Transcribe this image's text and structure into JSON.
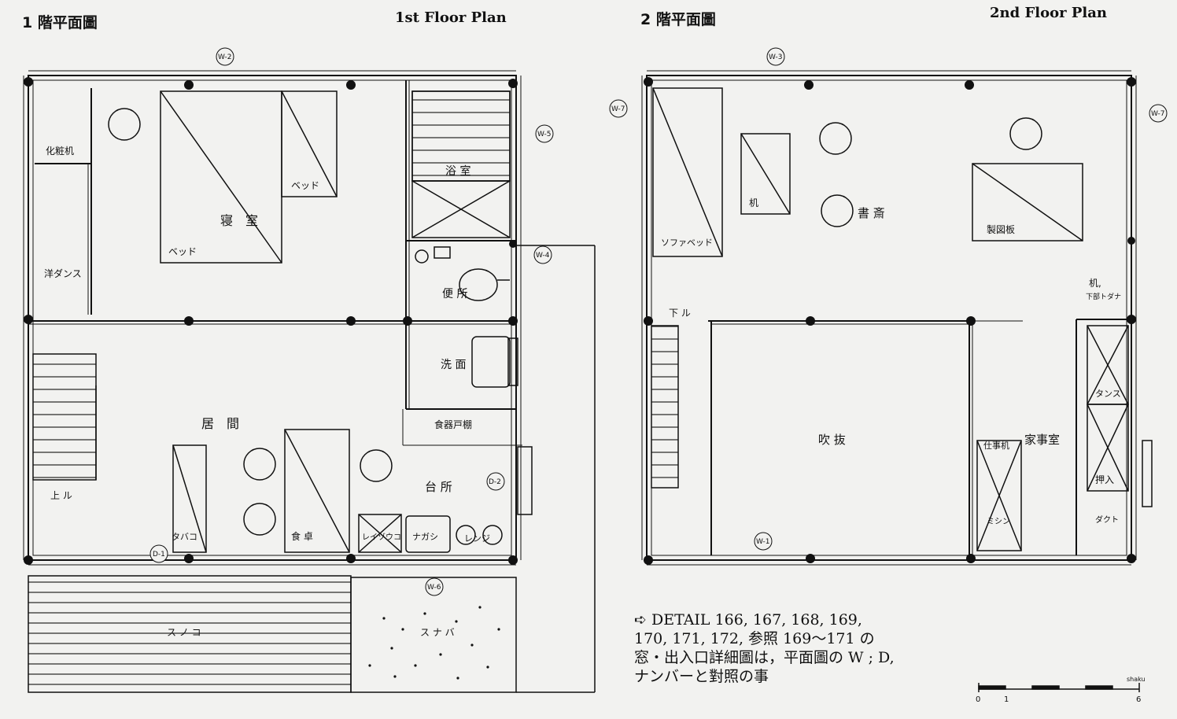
{
  "headings": {
    "floor1_jp": "1 階平面圖",
    "floor1_en": "1st Floor Plan",
    "floor2_jp": "2 階平面圖",
    "floor2_en": "2nd Floor Plan"
  },
  "floor1": {
    "rooms": {
      "bedroom": "寝　室",
      "bed_main": "ベッド",
      "bed_small": "ベッド",
      "dresser": "化粧机",
      "wardrobe": "洋ダンス",
      "bath": "浴 室",
      "toilet": "便 所",
      "washroom": "洗 面",
      "cupboard": "食器戸棚",
      "living": "居　間",
      "kitchen": "台 所",
      "up": "上 ル",
      "tobacco": "タバコ",
      "dining_table": "食 卓",
      "fridge": "レイゾウコ",
      "sink": "ナガシ",
      "range": "レンジ",
      "deck": "ス ノ コ",
      "sandbox": "ス ナ バ"
    },
    "tags": {
      "w2": "W-2",
      "w5": "W-5",
      "w4": "W-4",
      "d2": "D-2",
      "d1": "D-1",
      "w6": "W-6"
    }
  },
  "floor2": {
    "rooms": {
      "sofabed": "ソファベッド",
      "desk": "机",
      "study": "書 斎",
      "drafting": "製図板",
      "desk_storage_1": "机,",
      "desk_storage_2": "下部トダナ",
      "down": "下 ル",
      "void": "吹 抜",
      "workdesk": "仕事机",
      "utility": "家事室",
      "sewing": "ミシン",
      "chest": "タンス",
      "closet": "押入",
      "duct": "ダクト"
    },
    "tags": {
      "w3": "W-3",
      "w7a": "W-7",
      "w7b": "W-7",
      "w1": "W-1"
    }
  },
  "note": {
    "line1": "➪ DETAIL 166, 167, 168, 169,",
    "line2": "170, 171, 172, 参照 169～171 の",
    "line3": "窓・出入口詳細圖は，平面圖の W ; D,",
    "line4": "ナンバーと對照の事"
  },
  "scale": {
    "label_0": "0",
    "label_1": "1",
    "label_6": "6",
    "unit": "shaku"
  }
}
